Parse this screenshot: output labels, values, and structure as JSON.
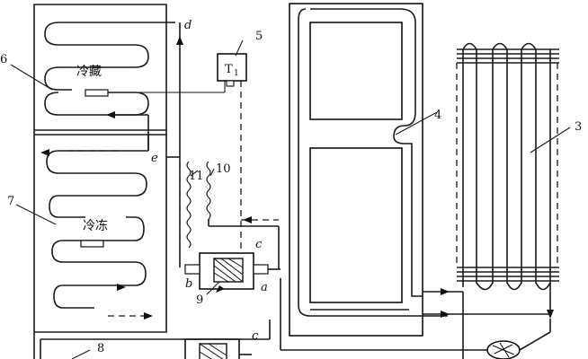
{
  "labels": {
    "compartments": {
      "fridge": "冷藏",
      "freezer": "冷冻"
    },
    "thermostat": "T",
    "thermostat_sub": "1",
    "numbers": [
      "3",
      "4",
      "5",
      "6",
      "7",
      "8",
      "9",
      "10",
      "11"
    ],
    "letters": [
      "a",
      "b",
      "c",
      "d",
      "e",
      "c"
    ]
  }
}
